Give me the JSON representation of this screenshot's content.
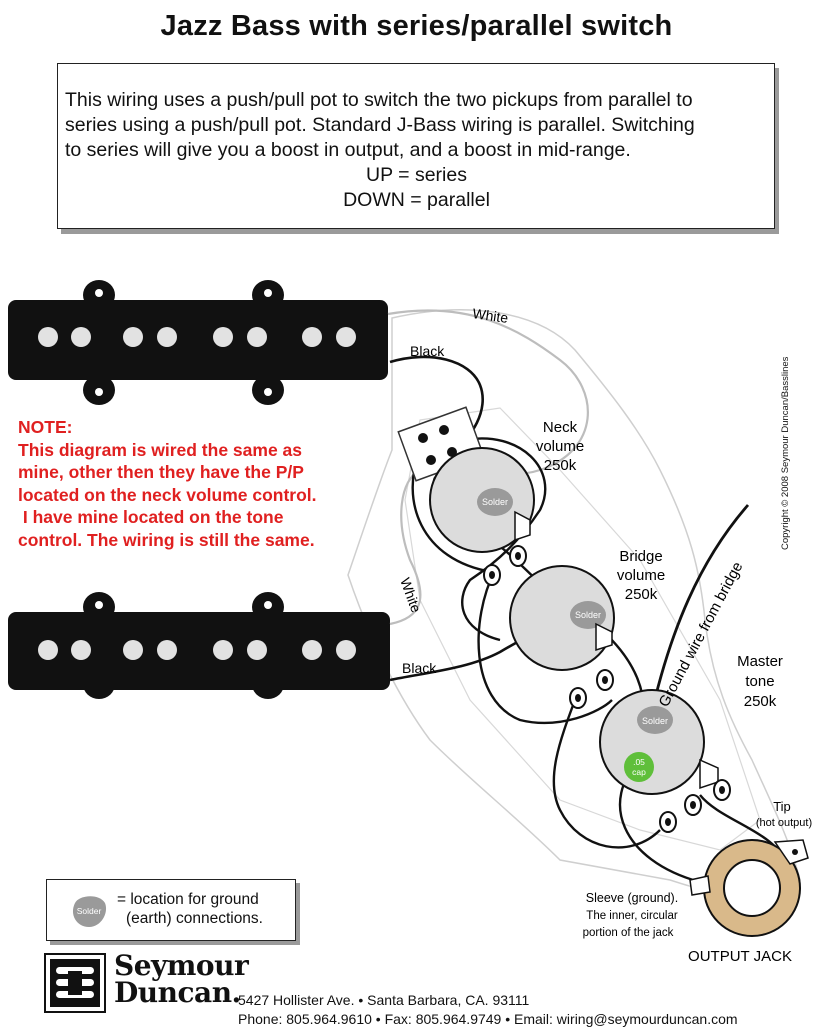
{
  "title": "Jazz Bass with series/parallel switch",
  "intro": {
    "lines": [
      "This wiring uses a push/pull pot to switch the two pickups from parallel to",
      "series using a push/pull pot.  Standard J-Bass wiring is parallel. Switching",
      "to series will give you a boost in output, and a boost in mid-range."
    ],
    "up": "UP = series",
    "down": "DOWN = parallel"
  },
  "note": {
    "heading": "NOTE:",
    "lines": [
      "This diagram is wired the same as",
      "mine, other then they have the P/P",
      "located on the neck volume control.",
      " I have mine located on the tone",
      "control. The wiring is still the same."
    ]
  },
  "wire_labels": {
    "white_top": "White",
    "black_top": "Black",
    "white_mid": "White",
    "black_bottom": "Black",
    "ground_wire": "Ground wire from bridge"
  },
  "controls": {
    "neck": [
      "Neck",
      "volume",
      "250k"
    ],
    "bridge": [
      "Bridge",
      "volume",
      "250k"
    ],
    "tone": [
      "Master",
      "tone",
      "250k"
    ]
  },
  "solder_label": "Solder",
  "cap_label": [
    ".05",
    "cap"
  ],
  "jack": {
    "tip": [
      "Tip",
      "(hot output)"
    ],
    "sleeve": [
      "Sleeve (ground).",
      "The inner, circular",
      "portion of the jack"
    ],
    "name": "OUTPUT JACK"
  },
  "legend": {
    "solder": "Solder",
    "line1": "= location for ground",
    "line2": "(earth) connections."
  },
  "copyright": "Copyright © 2008 Seymour Duncan/Basslines",
  "brand": {
    "line1": "Seymour",
    "line2": "Duncan."
  },
  "address": {
    "line1": "5427 Hollister Ave.  •  Santa Barbara, CA. 93111",
    "line2": "Phone: 805.964.9610  •  Fax: 805.964.9749  •  Email: wiring@seymourduncan.com"
  },
  "colors": {
    "note": "#e02020",
    "cap": "#5fbf3a",
    "jack_ring": "#d9b98a",
    "pot": "#dcdcdc"
  }
}
